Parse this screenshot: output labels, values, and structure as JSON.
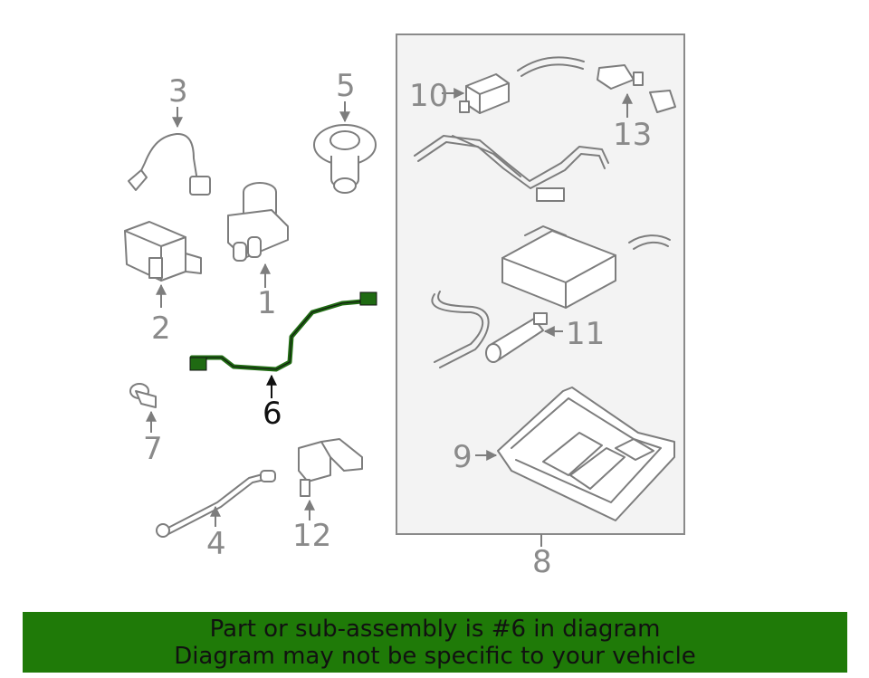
{
  "callouts": {
    "c1": "1",
    "c2": "2",
    "c3": "3",
    "c4": "4",
    "c5": "5",
    "c6": "6",
    "c7": "7",
    "c8": "8",
    "c9": "9",
    "c10": "10",
    "c11": "11",
    "c12": "12",
    "c13": "13"
  },
  "highlighted_part": "6",
  "banner": {
    "line1": "Part or sub-assembly is #6 in diagram",
    "line2": "Diagram may not be specific to your vehicle"
  },
  "colors": {
    "highlight_part": "#1f6a12",
    "banner_background": "#1f7a08",
    "line_art": "#7d7d7d",
    "group_box_fill": "#f3f3f3"
  }
}
